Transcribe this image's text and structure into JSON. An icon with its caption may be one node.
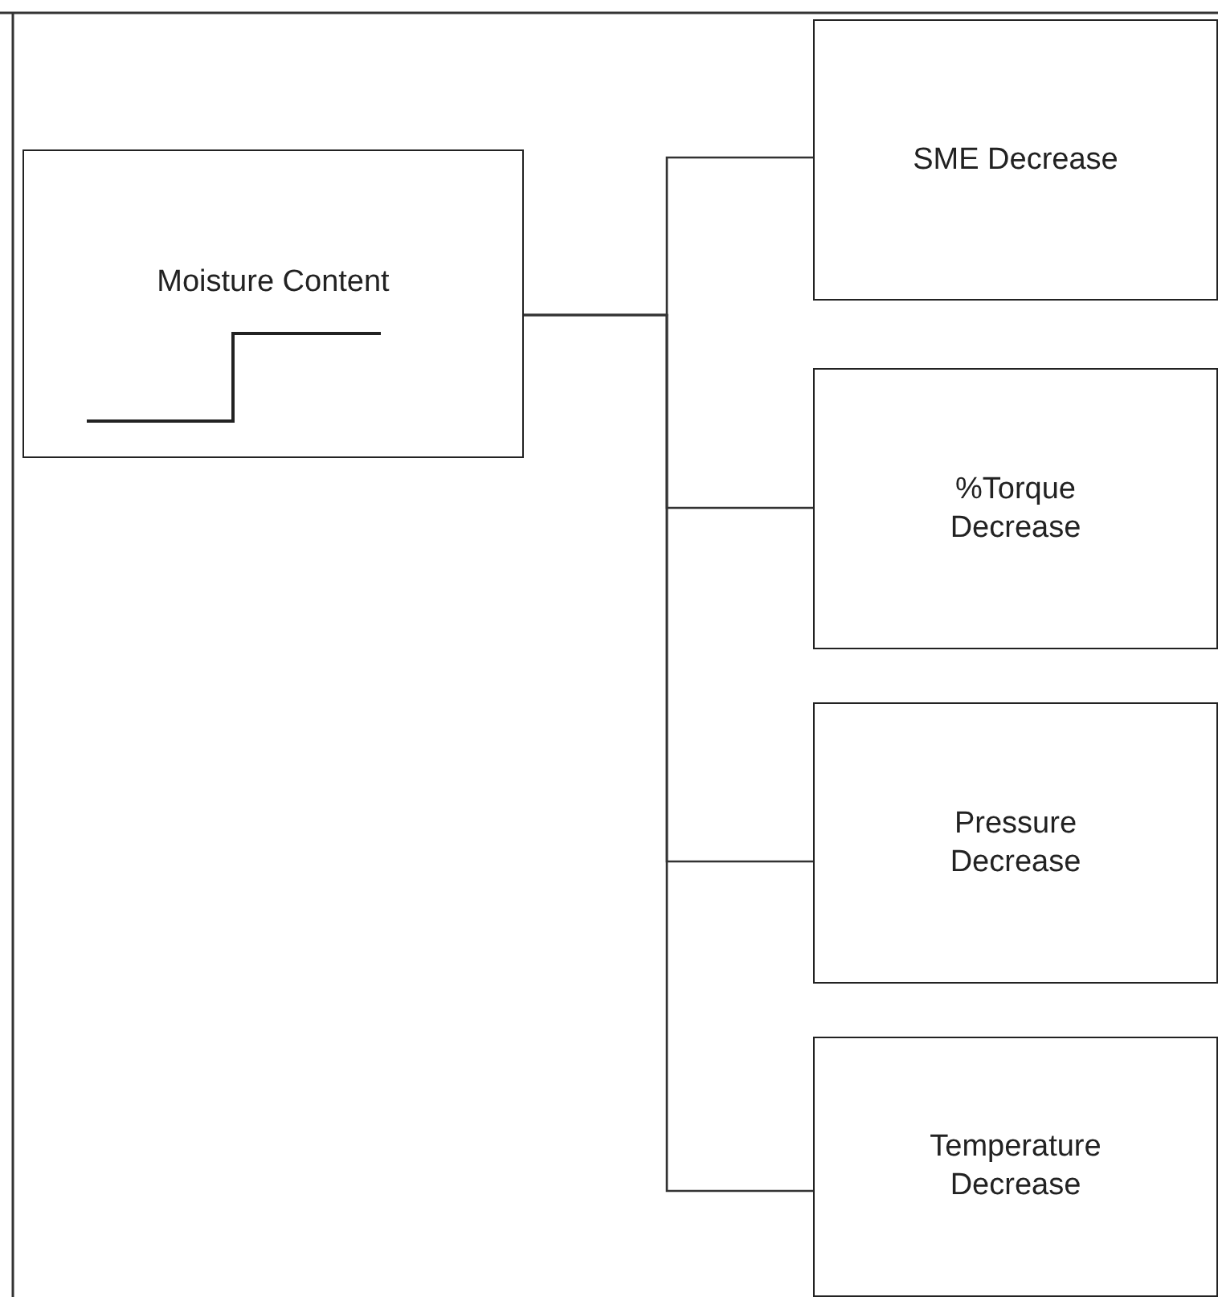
{
  "diagram": {
    "nodes": [
      {
        "text": [
          "Moisture Content"
        ]
      },
      {
        "text": [
          "SME Decrease"
        ]
      },
      {
        "text": [
          "%Torque Decrease"
        ]
      },
      {
        "text": [
          "Pressure Decrease"
        ]
      },
      {
        "text": [
          "Temperature Decrease"
        ]
      }
    ],
    "edges": [
      {
        "from": 0,
        "to": 1,
        "arrow": "none"
      },
      {
        "from": 0,
        "to": 2,
        "arrow": "none"
      },
      {
        "from": 0,
        "to": 3,
        "arrow": "none"
      },
      {
        "from": 0,
        "to": 4,
        "arrow": "none"
      }
    ]
  }
}
